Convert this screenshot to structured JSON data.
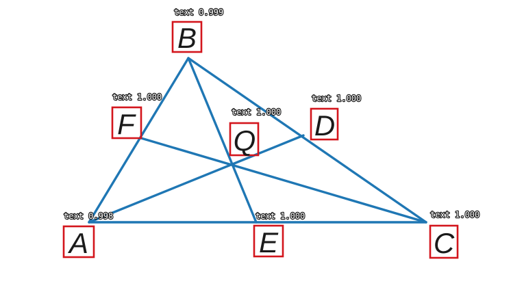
{
  "diagram": {
    "points": [
      {
        "id": "A",
        "label": "A",
        "detection": "text 0.998"
      },
      {
        "id": "B",
        "label": "B",
        "detection": "text 0.999"
      },
      {
        "id": "C",
        "label": "C",
        "detection": "text 1.000"
      },
      {
        "id": "D",
        "label": "D",
        "detection": "text 1.000"
      },
      {
        "id": "E",
        "label": "E",
        "detection": "text 1.000"
      },
      {
        "id": "F",
        "label": "F",
        "detection": "text 1.000"
      },
      {
        "id": "Q",
        "label": "Q",
        "detection": "text 1.000"
      }
    ],
    "segments": [
      {
        "from": "A",
        "to": "B"
      },
      {
        "from": "B",
        "to": "C"
      },
      {
        "from": "A",
        "to": "C"
      },
      {
        "from": "A",
        "to": "D"
      },
      {
        "from": "B",
        "to": "E"
      },
      {
        "from": "C",
        "to": "F"
      }
    ],
    "colors": {
      "lines": "#1f77b4",
      "detection_box": "#d3151c",
      "label_text": "#1a1a1a"
    }
  }
}
